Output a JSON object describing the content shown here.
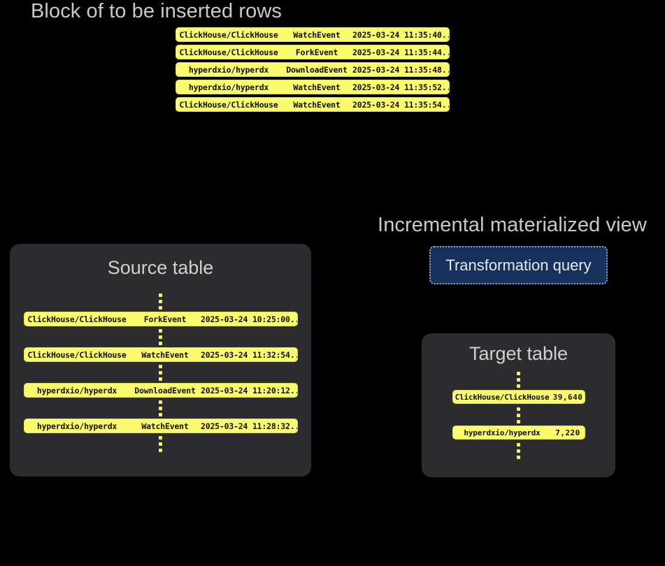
{
  "colors": {
    "background": "#000000",
    "panel": "#2c2c2e",
    "row_yellow": "#fafa6e",
    "row_text": "#101010",
    "heading": "#c9c9c9",
    "query_blue": "#16325c",
    "query_border": "#9aa3ae",
    "dot_yellow": "#f3f36a"
  },
  "block": {
    "heading": "Block of to be inserted rows",
    "rows": [
      {
        "repo": "ClickHouse/ClickHouse",
        "event": "WatchEvent",
        "time": "2025-03-24 11:35:40",
        "more": "..."
      },
      {
        "repo": "ClickHouse/ClickHouse",
        "event": "ForkEvent",
        "time": "2025-03-24 11:35:44",
        "more": "..."
      },
      {
        "repo": "hyperdxio/hyperdx",
        "event": "DownloadEvent",
        "time": "2025-03-24 11:35:48",
        "more": "..."
      },
      {
        "repo": "hyperdxio/hyperdx",
        "event": "WatchEvent",
        "time": "2025-03-24 11:35:52",
        "more": "..."
      },
      {
        "repo": "ClickHouse/ClickHouse",
        "event": "WatchEvent",
        "time": "2025-03-24 11:35:54",
        "more": "..."
      }
    ]
  },
  "source_table": {
    "title": "Source table",
    "rows": [
      {
        "repo": "ClickHouse/ClickHouse",
        "event": "ForkEvent",
        "time": "2025-03-24 10:25:00",
        "more": "..."
      },
      {
        "repo": "ClickHouse/ClickHouse",
        "event": "WatchEvent",
        "time": "2025-03-24 11:32:54",
        "more": "..."
      },
      {
        "repo": "hyperdxio/hyperdx",
        "event": "DownloadEvent",
        "time": "2025-03-24 11:20:12",
        "more": "..."
      },
      {
        "repo": "hyperdxio/hyperdx",
        "event": "WatchEvent",
        "time": "2025-03-24 11:28:32",
        "more": "..."
      }
    ]
  },
  "materialized_view": {
    "heading": "Incremental materialized view",
    "query_label": "Transformation query"
  },
  "target_table": {
    "title": "Target table",
    "rows": [
      {
        "repo": "ClickHouse/ClickHouse",
        "count": "39,640"
      },
      {
        "repo": "hyperdxio/hyperdx",
        "count": "7,220"
      }
    ]
  }
}
